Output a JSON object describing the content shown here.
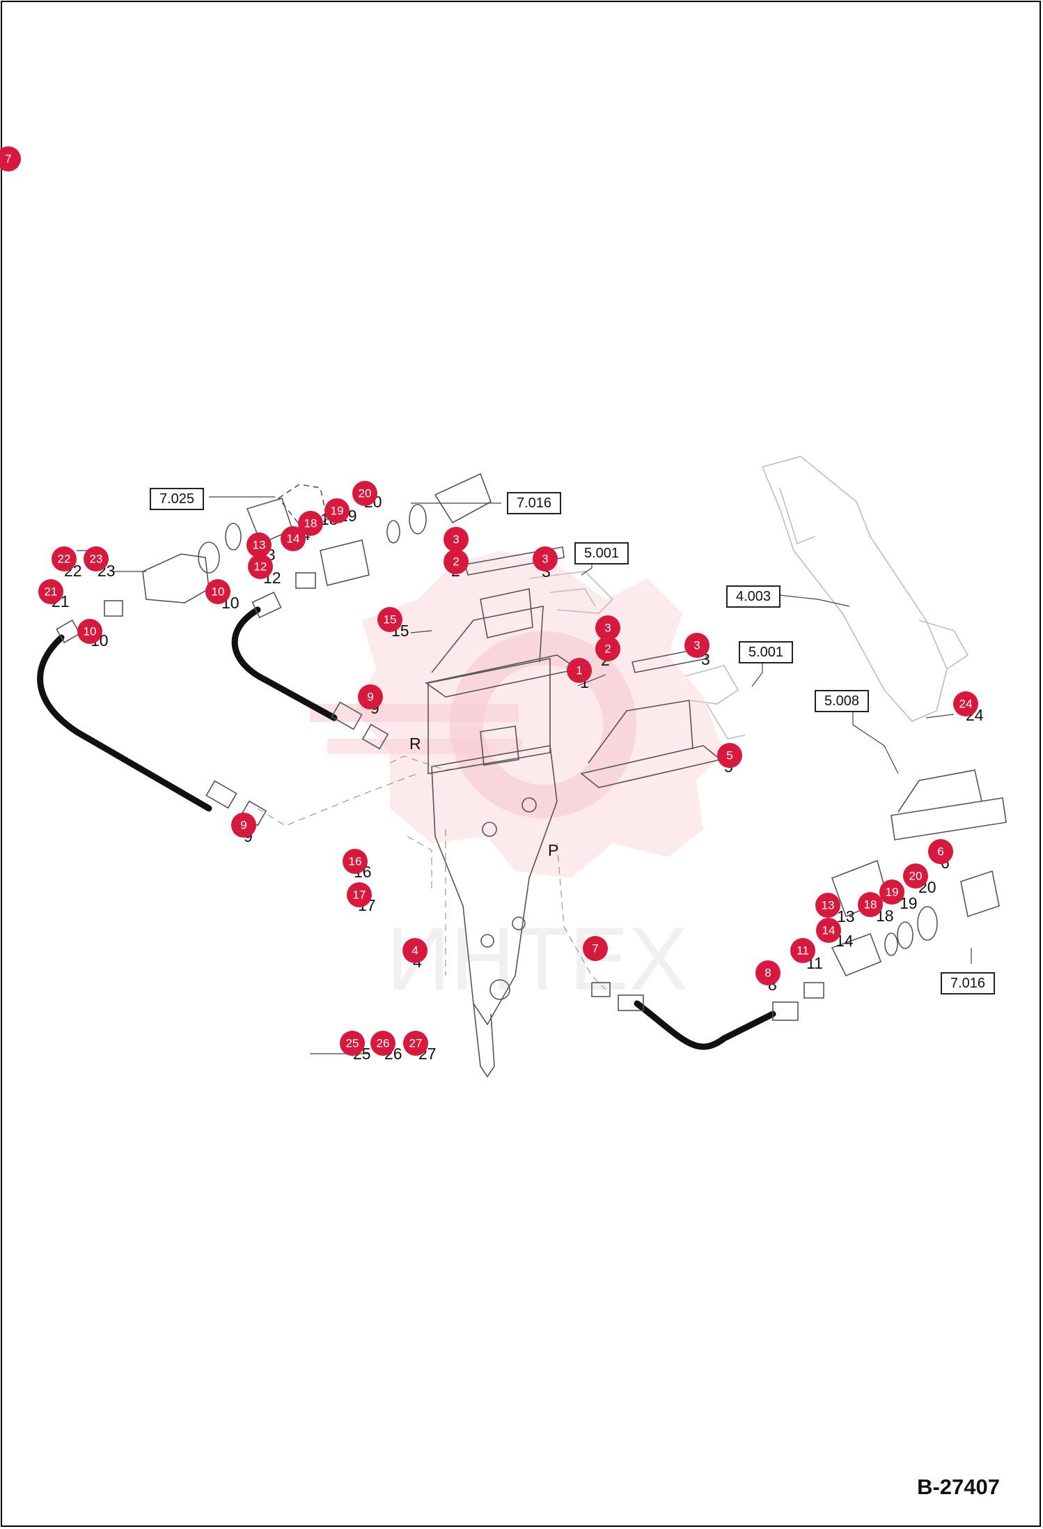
{
  "drawing_code": "B-27407",
  "watermark_text": "ИНТЕХ",
  "port_labels": {
    "return": "R",
    "pressure": "P"
  },
  "reference_boxes": [
    {
      "id": "ref-7025",
      "label": "7.025"
    },
    {
      "id": "ref-7016-top",
      "label": "7.016"
    },
    {
      "id": "ref-5001-a",
      "label": "5.001"
    },
    {
      "id": "ref-4003",
      "label": "4.003"
    },
    {
      "id": "ref-5001-b",
      "label": "5.001"
    },
    {
      "id": "ref-5008",
      "label": "5.008"
    },
    {
      "id": "ref-7016-bottom",
      "label": "7.016"
    }
  ],
  "markers": [
    "7",
    "20",
    "19",
    "18",
    "14",
    "13",
    "12",
    "22",
    "23",
    "21",
    "10",
    "10",
    "3",
    "2",
    "3",
    "15",
    "1",
    "3",
    "2",
    "3",
    "9",
    "24",
    "5",
    "9",
    "16",
    "6",
    "20",
    "17",
    "19",
    "18",
    "13",
    "14",
    "4",
    "7",
    "11",
    "8",
    "25",
    "26",
    "27"
  ],
  "plain_numbers": [
    "20",
    "19",
    "18",
    "14",
    "13",
    "12",
    "22",
    "23",
    "21",
    "10",
    "10",
    "2",
    "3",
    "15",
    "1",
    "2",
    "3",
    "9",
    "24",
    "5",
    "9",
    "16",
    "6",
    "20",
    "17",
    "19",
    "18",
    "13",
    "14",
    "4",
    "11",
    "8",
    "25",
    "26",
    "27"
  ]
}
